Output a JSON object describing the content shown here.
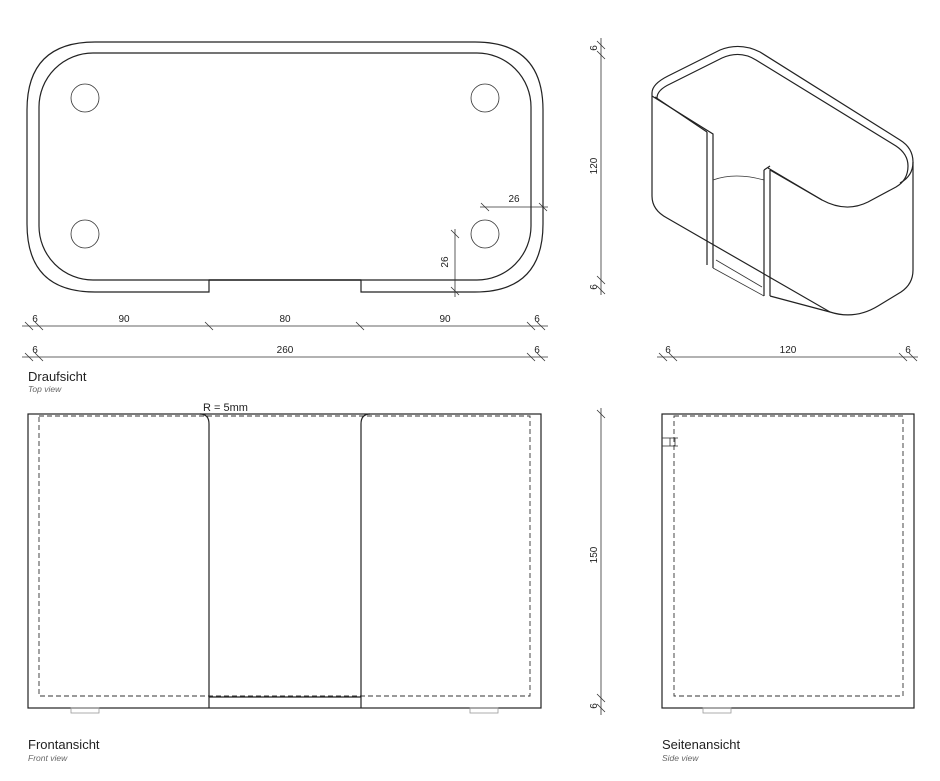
{
  "views": {
    "top": {
      "title": "Draufsicht",
      "subtitle": "Top view"
    },
    "front": {
      "title": "Frontansicht",
      "subtitle": "Front view"
    },
    "side": {
      "title": "Seitenansicht",
      "subtitle": "Side view"
    }
  },
  "dimensions": {
    "wall_thickness": "6",
    "segment_left": "90",
    "segment_middle": "80",
    "segment_right": "90",
    "overall_length": "260",
    "overall_width": "120",
    "foot_offset_x": "26",
    "foot_offset_y": "26",
    "height": "150",
    "radius_note": "R = 5mm"
  }
}
